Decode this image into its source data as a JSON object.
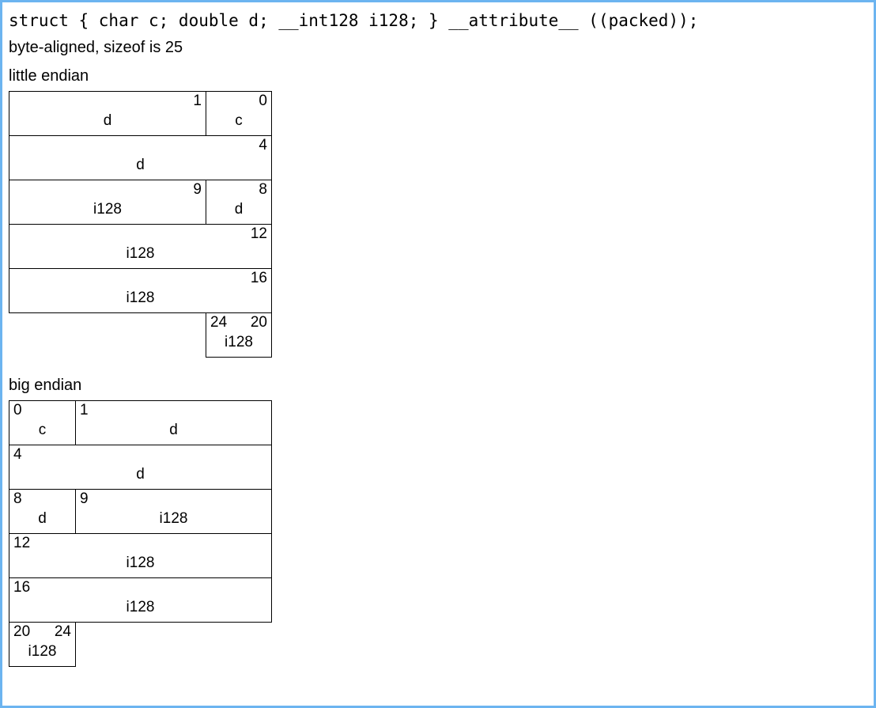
{
  "document": {
    "declaration": "struct { char c; double d; __int128 i128; } __attribute__ ((packed));",
    "alignment_note": "byte-aligned, sizeof is 25",
    "little_endian_label": "little endian",
    "big_endian_label": "big endian"
  },
  "style": {
    "page_border_color": "#6cb4f0",
    "cell_border_color": "#000000",
    "text_color": "#000000",
    "background_color": "#ffffff"
  },
  "little_endian": {
    "label": "little endian",
    "rows": [
      {
        "cells": [
          {
            "offset": "1",
            "field": "d",
            "offset_align": "right",
            "span": "wide"
          },
          {
            "offset": "0",
            "field": "c",
            "offset_align": "right",
            "span": "narrow"
          }
        ]
      },
      {
        "cells": [
          {
            "offset": "4",
            "field": "d",
            "offset_align": "right",
            "span": "full"
          }
        ]
      },
      {
        "cells": [
          {
            "offset": "9",
            "field": "i128",
            "offset_align": "right",
            "span": "wide"
          },
          {
            "offset": "8",
            "field": "d",
            "offset_align": "right",
            "span": "narrow"
          }
        ]
      },
      {
        "cells": [
          {
            "offset": "12",
            "field": "i128",
            "offset_align": "right",
            "span": "full"
          }
        ]
      },
      {
        "cells": [
          {
            "offset": "16",
            "field": "i128",
            "offset_align": "right",
            "span": "full"
          }
        ]
      },
      {
        "cells": [
          {
            "offset_left": "24",
            "offset_right": "20",
            "field": "i128",
            "span": "narrow",
            "indent": true
          }
        ]
      }
    ]
  },
  "big_endian": {
    "label": "big endian",
    "rows": [
      {
        "cells": [
          {
            "offset": "0",
            "field": "c",
            "offset_align": "left",
            "span": "narrow"
          },
          {
            "offset": "1",
            "field": "d",
            "offset_align": "left",
            "span": "wide"
          }
        ]
      },
      {
        "cells": [
          {
            "offset": "4",
            "field": "d",
            "offset_align": "left",
            "span": "full"
          }
        ]
      },
      {
        "cells": [
          {
            "offset": "8",
            "field": "d",
            "offset_align": "left",
            "span": "narrow"
          },
          {
            "offset": "9",
            "field": "i128",
            "offset_align": "left",
            "span": "wide"
          }
        ]
      },
      {
        "cells": [
          {
            "offset": "12",
            "field": "i128",
            "offset_align": "left",
            "span": "full"
          }
        ]
      },
      {
        "cells": [
          {
            "offset": "16",
            "field": "i128",
            "offset_align": "left",
            "span": "full"
          }
        ]
      },
      {
        "cells": [
          {
            "offset_left": "20",
            "offset_right": "24",
            "field": "i128",
            "span": "narrow"
          }
        ]
      }
    ]
  }
}
